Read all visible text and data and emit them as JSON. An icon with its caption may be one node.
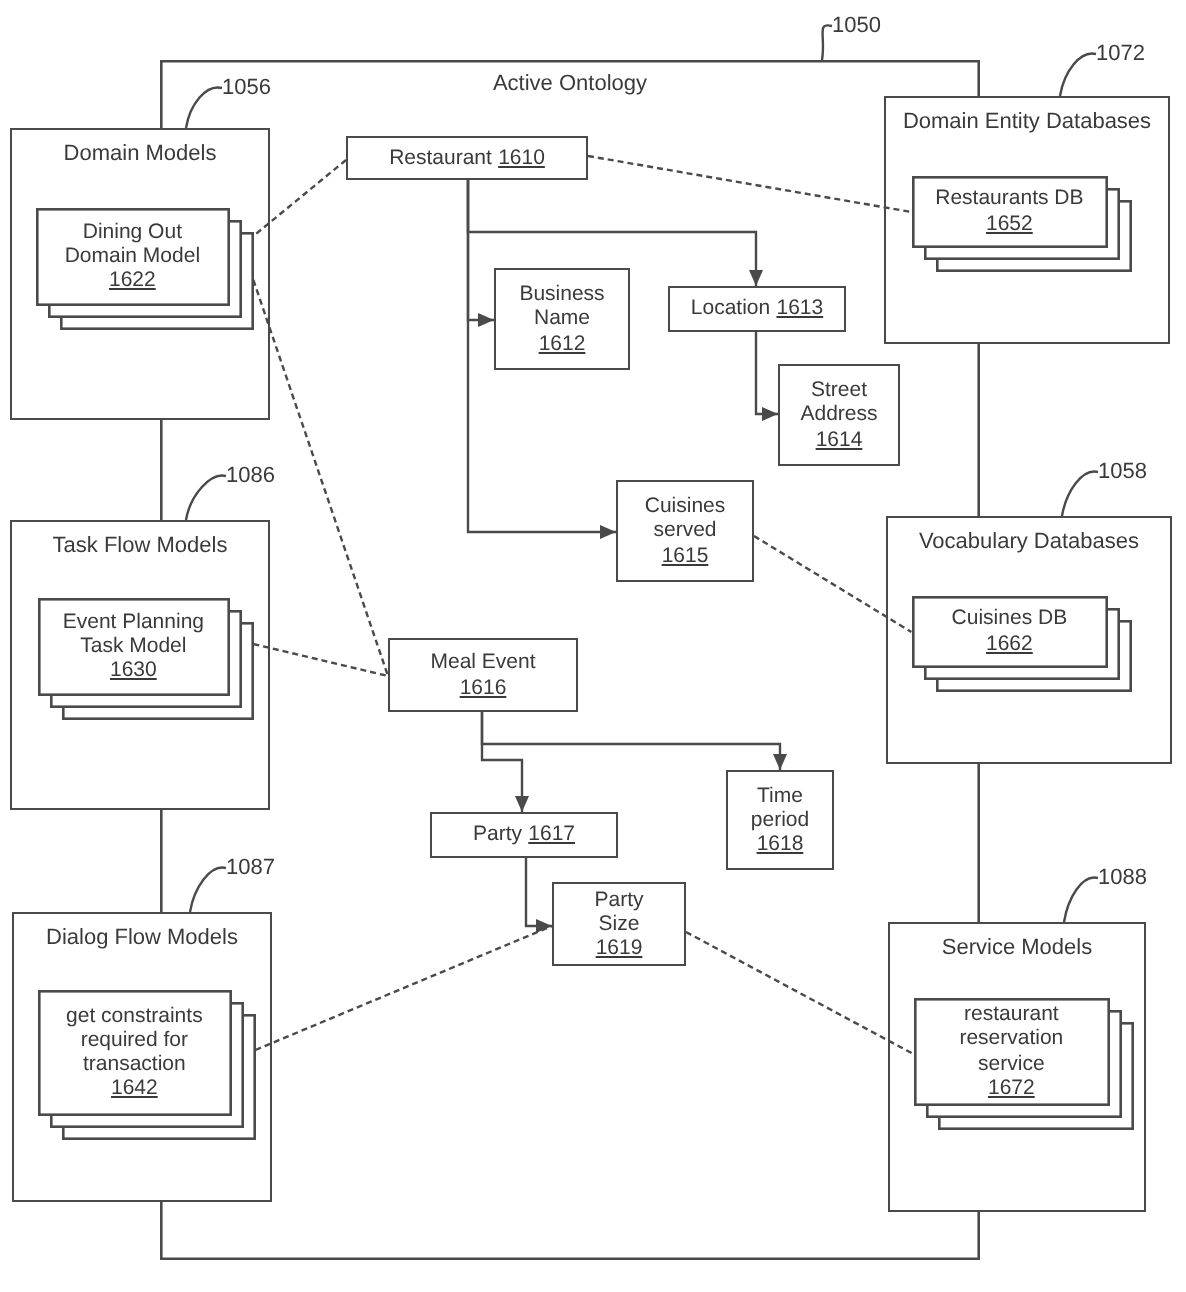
{
  "diagram": {
    "nodes": [
      {
        "text": [
          "1050"
        ]
      },
      {
        "text": [
          "Active Ontology"
        ]
      },
      {
        "text": [
          "1056"
        ],
        "in": 1
      },
      {
        "text": [
          "Domain Models"
        ]
      },
      {
        "text": [
          "Dining Out Domain Model",
          "1622"
        ],
        "in": 3
      },
      {
        "text": [
          "Restaurant",
          "1610"
        ],
        "in": 1
      },
      {
        "text": [
          "1072"
        ]
      },
      {
        "text": [
          "Domain Entity Databases"
        ]
      },
      {
        "text": [
          "Restaurants DB",
          "1652"
        ],
        "in": 7
      },
      {
        "text": [
          "Business Name",
          "1612"
        ],
        "in": 1
      },
      {
        "text": [
          "Location",
          "1613"
        ],
        "in": 1
      },
      {
        "text": [
          "Street Address",
          "1614"
        ],
        "in": 1
      },
      {
        "text": [
          "1086"
        ],
        "in": 1
      },
      {
        "text": [
          "Task Flow Models"
        ]
      },
      {
        "text": [
          "Event Planning Task Model",
          "1630"
        ],
        "in": 13
      },
      {
        "text": [
          "Cuisines served",
          "1615"
        ],
        "in": 1
      },
      {
        "text": [
          "1058"
        ]
      },
      {
        "text": [
          "Vocabulary Databases"
        ]
      },
      {
        "text": [
          "Cuisines DB",
          "1662"
        ],
        "in": 17
      },
      {
        "text": [
          "Meal Event",
          "1616"
        ],
        "in": 1
      },
      {
        "text": [
          "Time period",
          "1618"
        ],
        "in": 1
      },
      {
        "text": [
          "Party",
          "1617"
        ],
        "in": 1
      },
      {
        "text": [
          "1087"
        ],
        "in": 1
      },
      {
        "text": [
          "Dialog Flow Models"
        ]
      },
      {
        "text": [
          "get constraints required for transaction",
          "1642"
        ],
        "in": 23
      },
      {
        "text": [
          "Party Size",
          "1619"
        ],
        "in": 1
      },
      {
        "text": [
          "1088"
        ]
      },
      {
        "text": [
          "Service Models"
        ]
      },
      {
        "text": [
          "restaurant reservation service",
          "1672"
        ],
        "in": 27
      }
    ],
    "edges": [
      {
        "from": 0,
        "to": 1,
        "arrow": "none"
      },
      {
        "from": 2,
        "to": 3,
        "arrow": "none"
      },
      {
        "from": 6,
        "to": 7,
        "arrow": "none"
      },
      {
        "from": 12,
        "to": 13,
        "arrow": "none"
      },
      {
        "from": 16,
        "to": 17,
        "arrow": "none"
      },
      {
        "from": 22,
        "to": 23,
        "arrow": "none"
      },
      {
        "from": 26,
        "to": 27,
        "arrow": "none"
      },
      {
        "from": 5,
        "to": 4,
        "arrow": "none",
        "style": "dashed"
      },
      {
        "from": 5,
        "to": 8,
        "arrow": "none",
        "style": "dashed"
      },
      {
        "from": 5,
        "to": 9,
        "arrow": "to"
      },
      {
        "from": 5,
        "to": 10,
        "arrow": "to"
      },
      {
        "from": 5,
        "to": 15,
        "arrow": "to"
      },
      {
        "from": 10,
        "to": 11,
        "arrow": "to"
      },
      {
        "from": 4,
        "to": 19,
        "arrow": "none",
        "style": "dashed"
      },
      {
        "from": 14,
        "to": 19,
        "arrow": "none",
        "style": "dashed"
      },
      {
        "from": 15,
        "to": 18,
        "arrow": "none",
        "style": "dashed"
      },
      {
        "from": 19,
        "to": 20,
        "arrow": "to"
      },
      {
        "from": 19,
        "to": 21,
        "arrow": "to"
      },
      {
        "from": 21,
        "to": 25,
        "arrow": "to"
      },
      {
        "from": 24,
        "to": 25,
        "arrow": "none",
        "style": "dashed"
      },
      {
        "from": 25,
        "to": 28,
        "arrow": "none",
        "style": "dashed"
      }
    ]
  }
}
